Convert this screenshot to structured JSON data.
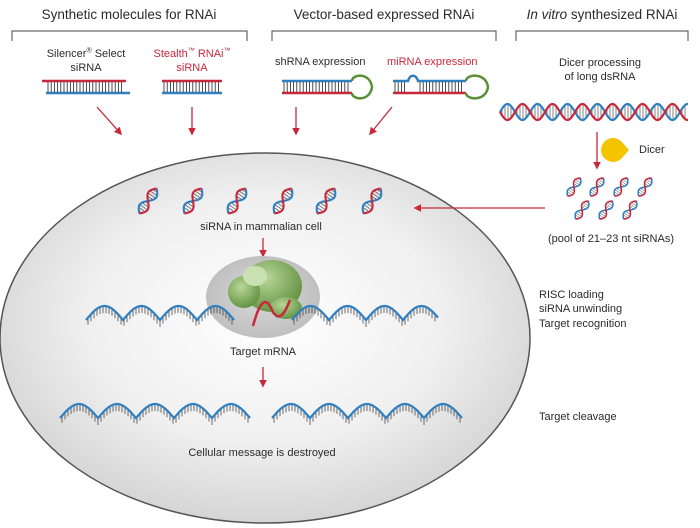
{
  "headers": {
    "synthetic": "Synthetic molecules for RNAi",
    "vector": "Vector-based expressed RNAi",
    "invitro_italic": "In vitro",
    "invitro_rest": " synthesized RNAi"
  },
  "molecules": {
    "silencer_name": "Silencer",
    "silencer_reg": "®",
    "silencer_rest": " Select",
    "silencer_sub": "siRNA",
    "stealth_name": "Stealth",
    "stealth_tm1": "™",
    "stealth_rest": " RNAi",
    "stealth_tm2": "™",
    "stealth_sub": "siRNA",
    "shrna": "shRNA expression",
    "mirna": "miRNA expression",
    "dicer_line1": "Dicer processing",
    "dicer_line2": "of long dsRNA"
  },
  "labels": {
    "dicer": "Dicer",
    "pool": "(pool of 21–23 nt siRNAs)",
    "sirna_cell": "siRNA in mammalian cell",
    "target_mrna": "Target mRNA",
    "destroyed": "Cellular message is destroyed",
    "risc1": "RISC loading",
    "risc2": "siRNA unwinding",
    "risc3": "Target recognition",
    "cleavage": "Target cleavage"
  },
  "colors": {
    "red": "#c8283b",
    "blue": "#2f7fc1",
    "green": "#5a8f3a",
    "dicer_yellow": "#f5c400",
    "text": "#2b2b2b"
  }
}
